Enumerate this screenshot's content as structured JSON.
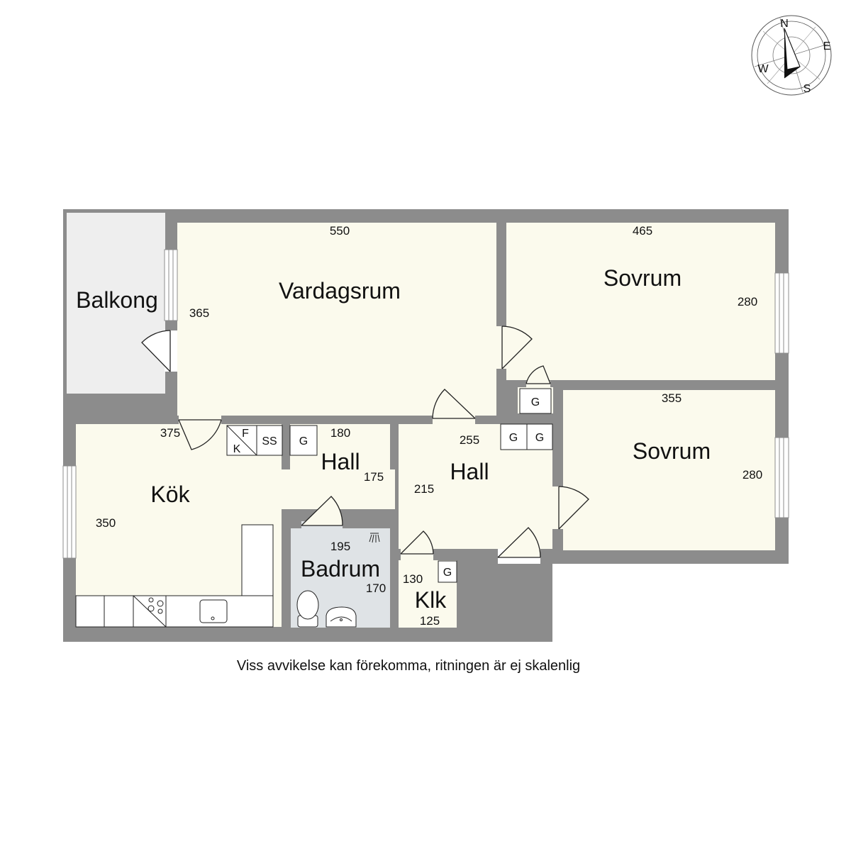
{
  "colors": {
    "wall": "#8c8c8c",
    "room_fill": "#fbfaed",
    "balcony_fill": "#eeeeee",
    "bath_fill": "#dfe3e6",
    "line": "#222222"
  },
  "rooms": {
    "balkong": "Balkong",
    "vardagsrum": "Vardagsrum",
    "sovrum_top": "Sovrum",
    "sovrum_bottom": "Sovrum",
    "kok": "Kök",
    "hall_left": "Hall",
    "hall_right": "Hall",
    "badrum": "Badrum",
    "klk": "Klk"
  },
  "dimensions": {
    "vardagsrum_width": "550",
    "vardagsrum_depth": "365",
    "sovrum_top_width": "465",
    "sovrum_top_depth": "280",
    "sovrum_bottom_width": "355",
    "sovrum_bottom_depth": "280",
    "kok_width": "375",
    "kok_depth": "350",
    "hall_left_width": "180",
    "hall_left_depth": "175",
    "hall_right_width": "255",
    "hall_right_depth": "215",
    "badrum_width": "195",
    "badrum_depth": "170",
    "klk_width": "125",
    "klk_depth": "130"
  },
  "fixtures": {
    "fridge": "F",
    "freezer": "K",
    "ss": "SS",
    "wardrobe_hall_left": "G",
    "wardrobe_hall_right_1": "G",
    "wardrobe_hall_right_2": "G",
    "wardrobe_top": "G",
    "wardrobe_klk": "G"
  },
  "compass": {
    "n": "N",
    "e": "E",
    "s": "S",
    "w": "W"
  },
  "note": "Viss avvikelse kan förekomma, ritningen är ej skalenlig"
}
